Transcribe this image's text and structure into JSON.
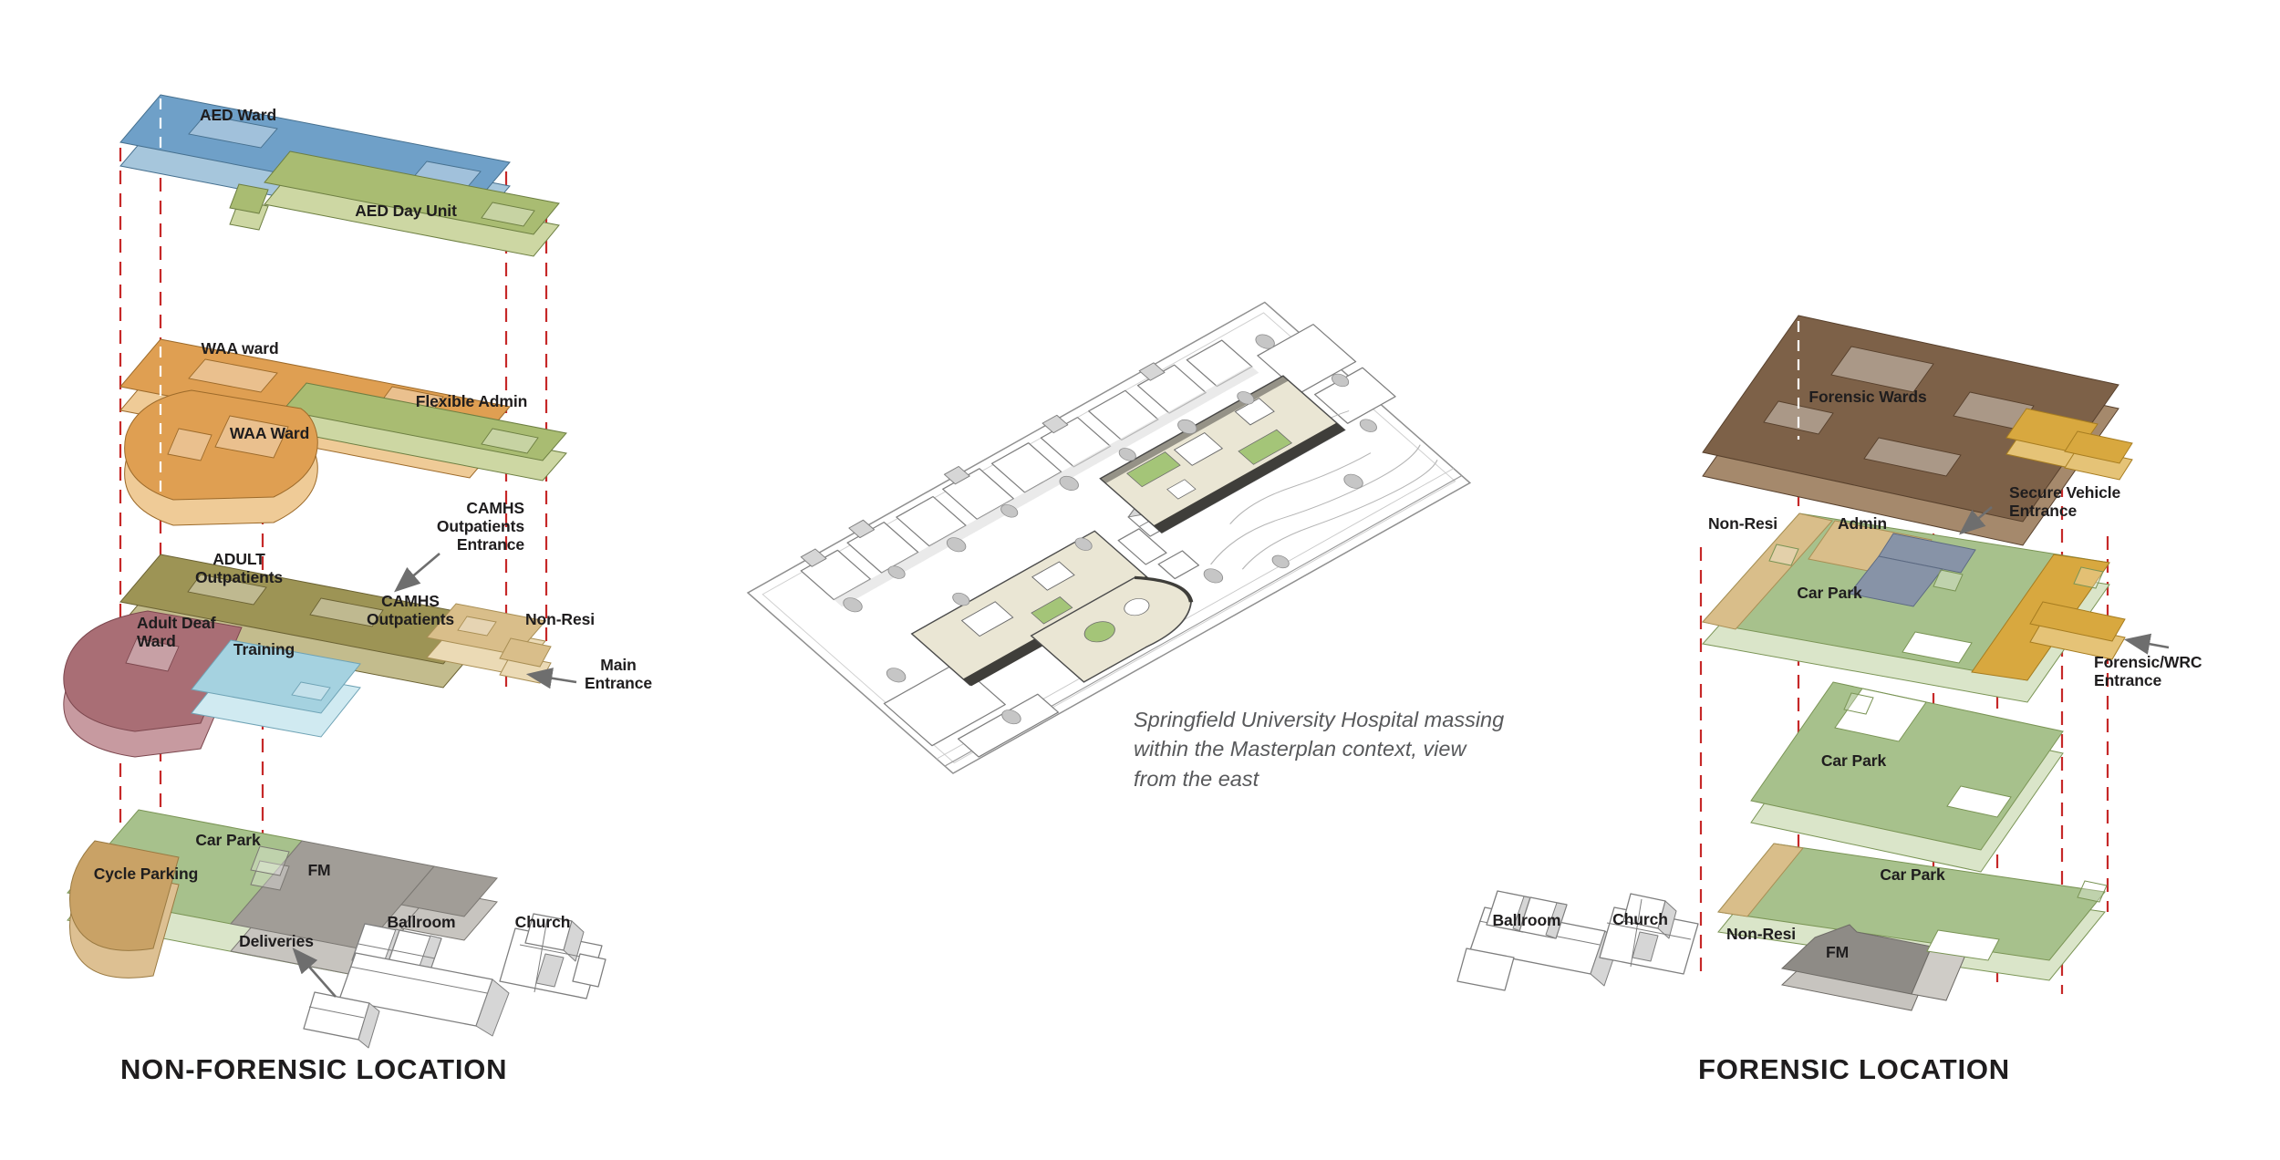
{
  "left_panel": {
    "title": "NON-FORENSIC LOCATION",
    "labels": {
      "aed_ward": "AED Ward",
      "aed_day_unit": "AED Day Unit",
      "waa_ward_upper": "WAA ward",
      "flexible_admin": "Flexible Admin",
      "waa_ward_lower": "WAA Ward",
      "camhs_entrance": "CAMHS\nOutpatients\nEntrance",
      "adult_outpatients": "ADULT\nOutpatients",
      "camhs_outpatients": "CAMHS\nOutpatients",
      "adult_deaf_ward": "Adult Deaf\nWard",
      "training": "Training",
      "non_resi": "Non-Resi",
      "main_entrance": "Main\nEntrance",
      "car_park": "Car Park",
      "cycle_parking": "Cycle Parking",
      "fm": "FM",
      "deliveries": "Deliveries",
      "ballroom": "Ballroom",
      "church": "Church"
    }
  },
  "center": {
    "caption": "Springfield University Hospital massing\nwithin the Masterplan context, view\nfrom the east"
  },
  "right_panel": {
    "title": "FORENSIC LOCATION",
    "labels": {
      "forensic_wards": "Forensic Wards",
      "secure_vehicle_entrance": "Secure Vehicle\nEntrance",
      "non_resi_upper": "Non-Resi",
      "admin": "Admin",
      "car_park_upper": "Car Park",
      "forensic_wrc_entrance": "Forensic/WRC\nEntrance",
      "car_park_mid": "Car Park",
      "ballroom": "Ballroom",
      "church": "Church",
      "non_resi_lower": "Non-Resi",
      "car_park_lower": "Car Park",
      "fm": "FM"
    }
  },
  "colors": {
    "aed_top": "#6fa0c8",
    "aed_front": "#a6c6dc",
    "green_top": "#a9bc72",
    "green_front": "#cdd7a3",
    "orange_top": "#df9f52",
    "orange_front": "#efcb97",
    "olive_top": "#9d9455",
    "olive_front": "#c3bc8d",
    "maroon_top": "#a96e75",
    "maroon_front": "#c79aa0",
    "training_top": "#a5d2e0",
    "training_front": "#d0eaf1",
    "tan_top": "#d9be8a",
    "tan_front": "#ebdab5",
    "carpark_top": "#a7c18c",
    "carpark_front": "#dae5c9",
    "cycle_top": "#c9a266",
    "cycle_front": "#ddc092",
    "gray_top": "#a19d97",
    "gray_front": "#c7c4bf",
    "gray_dark": "#8e8b86",
    "brown_top": "#7d6148",
    "brown_front": "#a5896c",
    "gold_top": "#d8a83f",
    "gold_front": "#e5c377",
    "slate": "#8793a7",
    "cream": "#eae6d4",
    "facade": "#3f3e3a",
    "grass": "#a4c578",
    "red_dash": "#c62828",
    "white_dash": "#ffffff",
    "arrow": "#6e6e6e",
    "text": "#1f1d1e",
    "caption": "#58595b"
  }
}
